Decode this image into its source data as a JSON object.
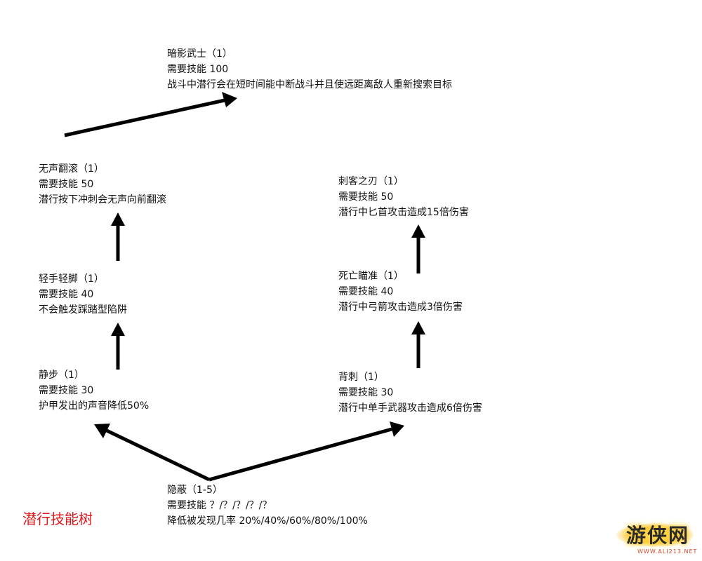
{
  "nodes": {
    "shadow_warrior": {
      "name": "暗影武士（1）",
      "req": "需要技能 100",
      "desc": "战斗中潜行会在短时间能中断战斗并且使远距离敌人重新搜索目标"
    },
    "silent_roll": {
      "name": "无声翻滚（1）",
      "req": "需要技能 50",
      "desc": "潜行按下冲刺会无声向前翻滚"
    },
    "light_foot": {
      "name": "轻手轻脚（1）",
      "req": "需要技能 40",
      "desc": "不会触发踩踏型陷阱"
    },
    "muffled_movement": {
      "name": "静步（1）",
      "req": "需要技能 30",
      "desc": "护甲发出的声音降低50%"
    },
    "assassins_blade": {
      "name": "刺客之刃（1）",
      "req": "需要技能 50",
      "desc": "潜行中匕首攻击造成15倍伤害"
    },
    "deadly_aim": {
      "name": "死亡瞄准（1）",
      "req": "需要技能 40",
      "desc": "潜行中弓箭攻击造成3倍伤害"
    },
    "backstab": {
      "name": "背刺（1）",
      "req": "需要技能 30",
      "desc": "潜行中单手武器攻击造成6倍伤害"
    },
    "stealth": {
      "name": "隐蔽（1-5）",
      "req": "需要技能 ？/？/？/？/？",
      "desc": "降低被发现几率 20%/40%/60%/80%/100%"
    }
  },
  "title": "潜行技能树",
  "logo": {
    "text": "游侠网",
    "url": "WWW.ALI213.NET"
  }
}
